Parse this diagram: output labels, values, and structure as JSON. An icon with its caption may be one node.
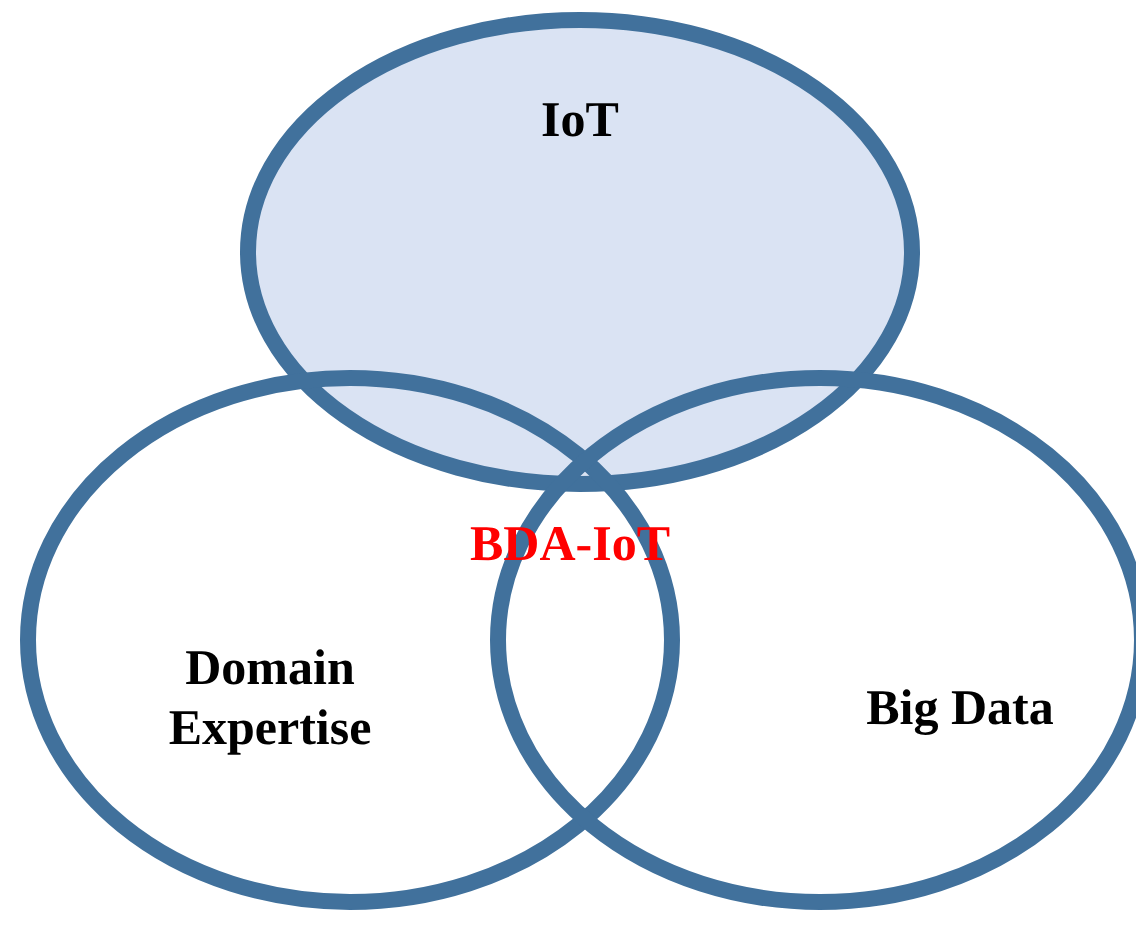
{
  "diagram": {
    "nodes": [
      {
        "text": [
          "IoT"
        ]
      },
      {
        "text": [
          "Domain Expertise"
        ]
      },
      {
        "text": [
          "Big Data"
        ]
      }
    ],
    "labels": [
      "BDA-IoT"
    ]
  }
}
